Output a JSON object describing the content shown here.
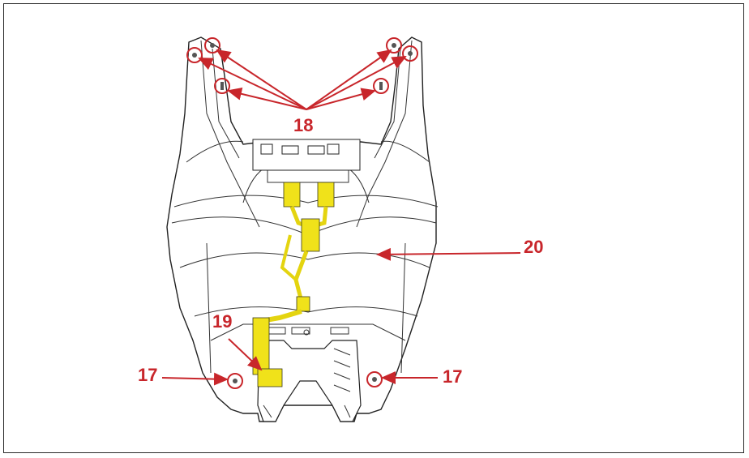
{
  "diagram": {
    "accent_color": "#c8262b",
    "harness_color": "#f0e21a",
    "callouts": {
      "c17_left": "17",
      "c17_right": "17",
      "c18": "18",
      "c19": "19",
      "c20": "20"
    }
  }
}
